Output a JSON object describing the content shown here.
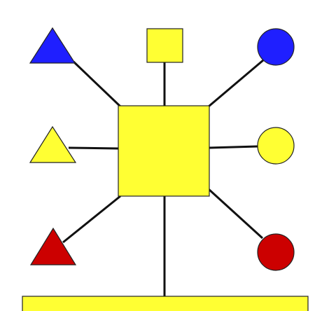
{
  "diagram": {
    "colors": {
      "background": "#ffffff",
      "line": "#111111",
      "yellow": "#ffff33",
      "blue": "#1f1fff",
      "red": "#cc0000",
      "outline": "#222222"
    },
    "center_node": {
      "shape": "square",
      "color": "yellow"
    },
    "base_bar": {
      "shape": "rectangle",
      "color": "yellow"
    },
    "nodes": [
      {
        "id": "top-left",
        "shape": "triangle",
        "color": "blue"
      },
      {
        "id": "top-center",
        "shape": "square",
        "color": "yellow"
      },
      {
        "id": "top-right",
        "shape": "circle",
        "color": "blue"
      },
      {
        "id": "mid-left",
        "shape": "triangle",
        "color": "yellow"
      },
      {
        "id": "mid-right",
        "shape": "circle",
        "color": "yellow"
      },
      {
        "id": "bottom-left",
        "shape": "triangle",
        "color": "red"
      },
      {
        "id": "bottom-right",
        "shape": "circle",
        "color": "red"
      }
    ]
  }
}
